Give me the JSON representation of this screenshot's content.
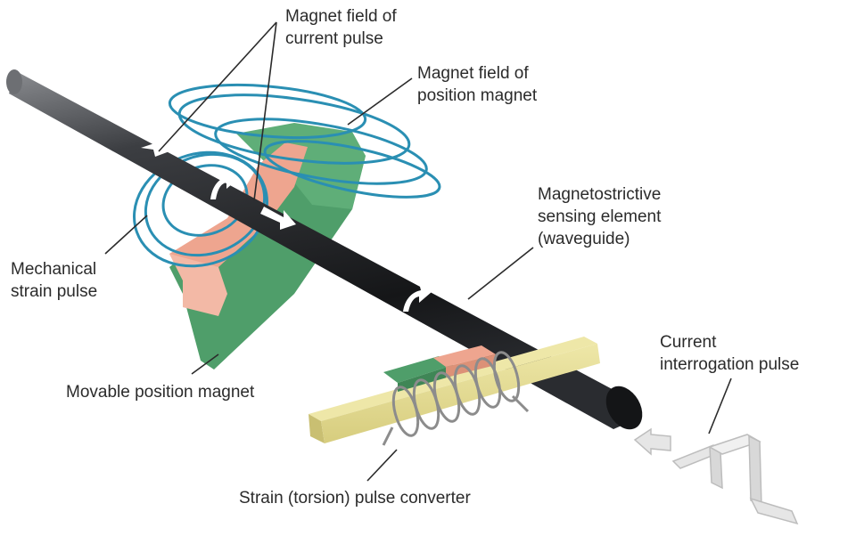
{
  "labels": {
    "current_pulse_field": [
      "Magnet field of",
      "current pulse"
    ],
    "position_magnet_field": [
      "Magnet field of",
      "position magnet"
    ],
    "waveguide": [
      "Magnetostrictive",
      "sensing element",
      "(waveguide)"
    ],
    "strain_pulse": [
      "Mechanical",
      "strain pulse"
    ],
    "position_magnet": "Movable position magnet",
    "interrogation_pulse": [
      "Current",
      "interrogation pulse"
    ],
    "converter": "Strain (torsion) pulse converter"
  },
  "colors": {
    "waveguide": "#2a2c30",
    "magnet_green": "#4f9e6a",
    "magnet_pink": "#eea58f",
    "field_lines": "#2a8fb3",
    "converter_bar": "#e5dd97",
    "coil": "#8c8c8c",
    "pulse_shape": "#e6e6e6",
    "leader_lines": "#2b2b2b"
  }
}
